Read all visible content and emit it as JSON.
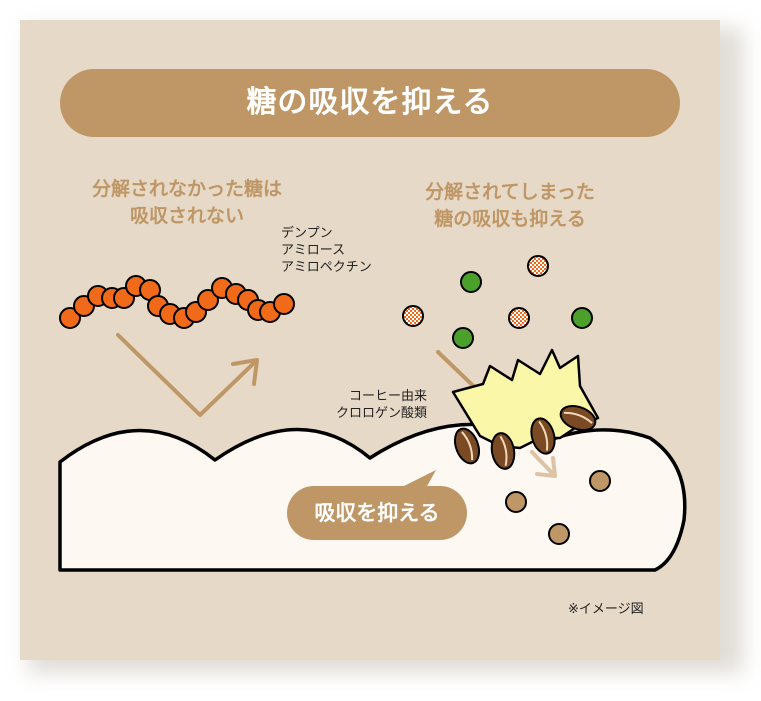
{
  "title": "糖の吸収を抑える",
  "left_caption": [
    "分解されなかった糖は",
    "吸収されない"
  ],
  "right_caption": [
    "分解されてしまった",
    "糖の吸収も抑える"
  ],
  "sugar_types": [
    "デンプン",
    "アミロース",
    "アミロペクチン"
  ],
  "coffee_label": [
    "コーヒー由来",
    "クロロゲン酸類"
  ],
  "absorb_label": "吸収を抑える",
  "image_note": "※イメージ図",
  "colors": {
    "card_bg": "#e6d9c7",
    "accent": "#bf9766",
    "sugar_orange": "#f06a1a",
    "glucose_green": "#4aa02a",
    "burst_yellow": "#fbf7a8",
    "bean_brown": "#7a4a24",
    "intestine": "#fdf8f2"
  }
}
